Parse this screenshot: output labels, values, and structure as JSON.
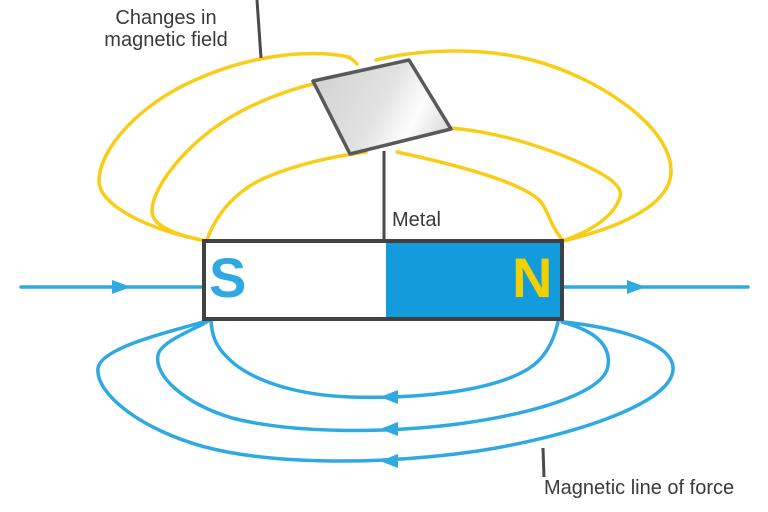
{
  "diagram": {
    "labels": {
      "changes_line1": "Changes in",
      "changes_line2": "magnetic field",
      "metal": "Metal",
      "magnetic_line_of_force": "Magnetic line of force"
    },
    "magnet": {
      "south_pole": "S",
      "north_pole": "N"
    },
    "colors": {
      "top_field_lines": "#F9CD16",
      "bottom_field_lines": "#2FA9E1",
      "magnet_north_fill": "#139BDB",
      "magnet_border": "#414141",
      "south_letter": "#2FA9E1",
      "north_letter": "#F2D000",
      "pointer_lines": "#4A4A4A",
      "label_text": "#3A3A3A",
      "plate_fill": "#DCDCDC",
      "plate_border": "#58595B"
    }
  }
}
